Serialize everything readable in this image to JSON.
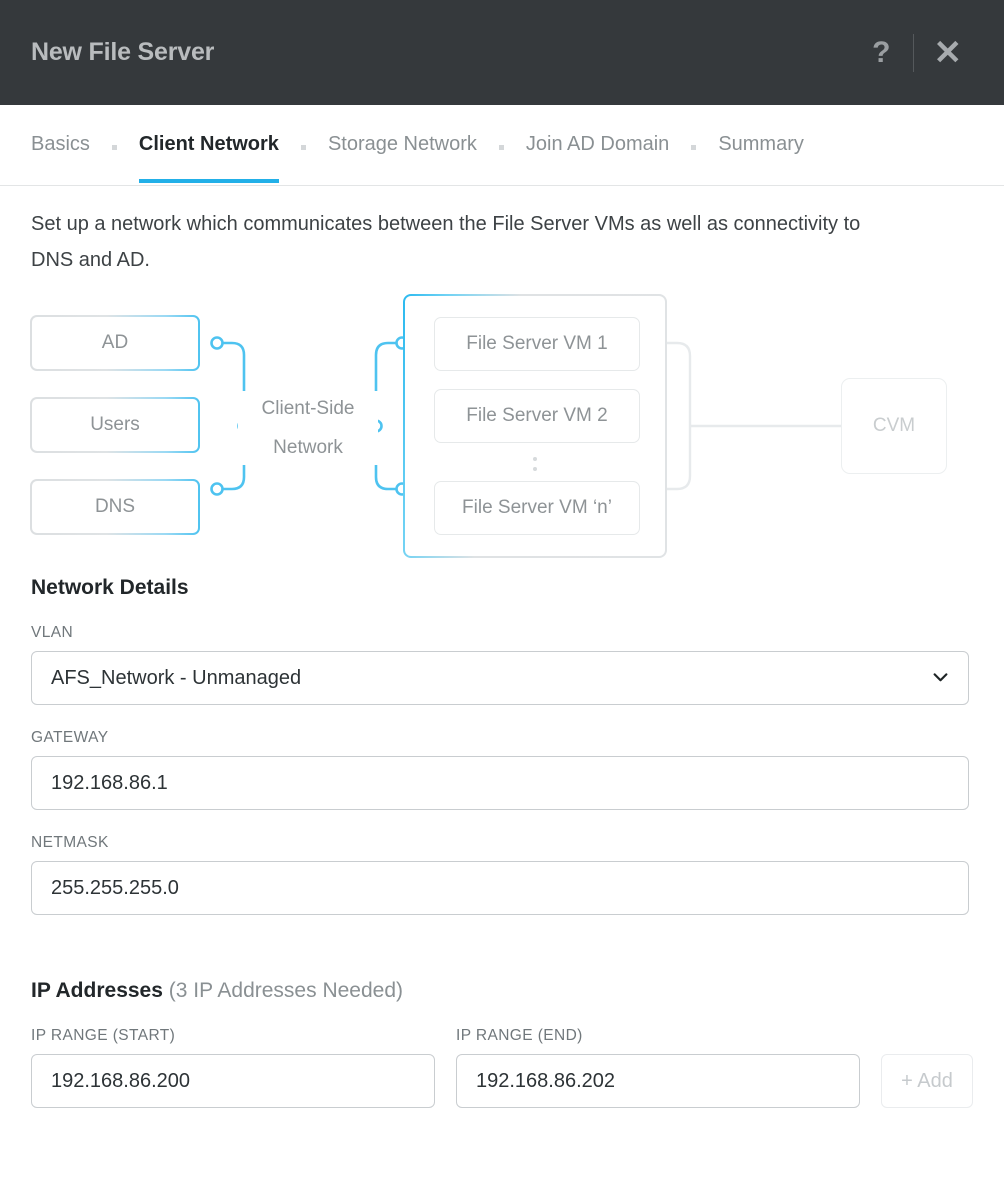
{
  "titlebar": {
    "title": "New File Server",
    "help_icon": "question-mark-icon",
    "close_icon": "close-x-icon",
    "help_glyph": "?",
    "close_glyph": "✕"
  },
  "tabs": {
    "items": [
      {
        "label": "Basics",
        "active": false
      },
      {
        "label": "Client Network",
        "active": true
      },
      {
        "label": "Storage Network",
        "active": false
      },
      {
        "label": "Join AD Domain",
        "active": false
      },
      {
        "label": "Summary",
        "active": false
      }
    ],
    "active_color": "#22b0e8"
  },
  "main": {
    "description": "Set up a network which communicates between the File Server VMs as well as connectivity to DNS and AD."
  },
  "diagram": {
    "left_nodes": [
      {
        "label": "AD"
      },
      {
        "label": "Users"
      },
      {
        "label": "DNS"
      }
    ],
    "network_label_line1": "Client-Side",
    "network_label_line2": "Network",
    "vm_nodes": [
      {
        "label": "File Server VM 1"
      },
      {
        "label": "File Server VM 2"
      },
      {
        "label": "File Server VM ‘n’"
      }
    ],
    "ellipsis": "⋮",
    "cvm_label": "CVM",
    "line_color_blue": "#4ec3f0",
    "line_color_gray": "#e4e7e9"
  },
  "network_details": {
    "section_title": "Network Details",
    "vlan": {
      "label": "VLAN",
      "value": "AFS_Network - Unmanaged",
      "options": [
        "AFS_Network - Unmanaged"
      ]
    },
    "gateway": {
      "label": "GATEWAY",
      "value": "192.168.86.1"
    },
    "netmask": {
      "label": "NETMASK",
      "value": "255.255.255.0"
    }
  },
  "ip_addresses": {
    "heading": "IP Addresses",
    "heading_note": "(3 IP Addresses Needed)",
    "range_start": {
      "label": "IP RANGE (START)",
      "value": "192.168.86.200"
    },
    "range_end": {
      "label": "IP RANGE (END)",
      "value": "192.168.86.202"
    },
    "add_button": "+ Add"
  }
}
